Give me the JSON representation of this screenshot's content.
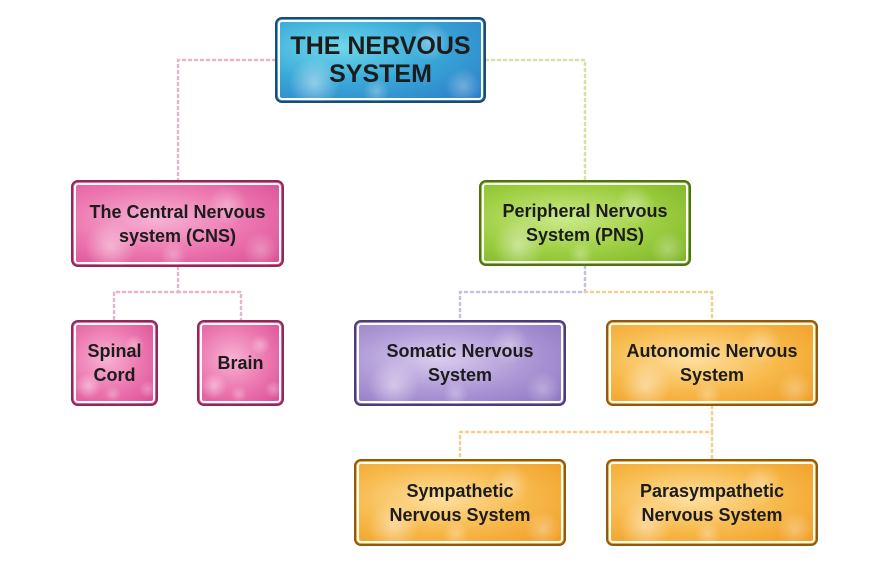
{
  "diagram": {
    "root": {
      "label": "THE NERVOUS\nSYSTEM",
      "color": "#3aa9d8"
    },
    "cns": {
      "label": "The Central Nervous\nsystem (CNS)",
      "color": "#ec77b0"
    },
    "pns": {
      "label": "Peripheral Nervous\nSystem (PNS)",
      "color": "#9fcf43"
    },
    "spinal_cord": {
      "label": "Spinal\nCord",
      "color": "#ec77b0"
    },
    "brain": {
      "label": "Brain",
      "color": "#ec77b0"
    },
    "somatic": {
      "label": "Somatic Nervous\nSystem",
      "color": "#ae98d6"
    },
    "autonomic": {
      "label": "Autonomic Nervous\nSystem",
      "color": "#f7b94b"
    },
    "sympathetic": {
      "label": "Sympathetic\nNervous System",
      "color": "#f7b94b"
    },
    "parasympathetic": {
      "label": "Parasympathetic\nNervous System",
      "color": "#f7b94b"
    },
    "connections": [
      {
        "from": "THE NERVOUS SYSTEM",
        "to": "The Central Nervous system (CNS)"
      },
      {
        "from": "THE NERVOUS SYSTEM",
        "to": "Peripheral Nervous System (PNS)"
      },
      {
        "from": "The Central Nervous system (CNS)",
        "to": "Spinal Cord"
      },
      {
        "from": "The Central Nervous system (CNS)",
        "to": "Brain"
      },
      {
        "from": "Peripheral Nervous System (PNS)",
        "to": "Somatic Nervous System"
      },
      {
        "from": "Peripheral Nervous System (PNS)",
        "to": "Autonomic Nervous System"
      },
      {
        "from": "Autonomic Nervous System",
        "to": "Sympathetic Nervous System"
      },
      {
        "from": "Autonomic Nervous System",
        "to": "Parasympathetic Nervous System"
      }
    ]
  }
}
